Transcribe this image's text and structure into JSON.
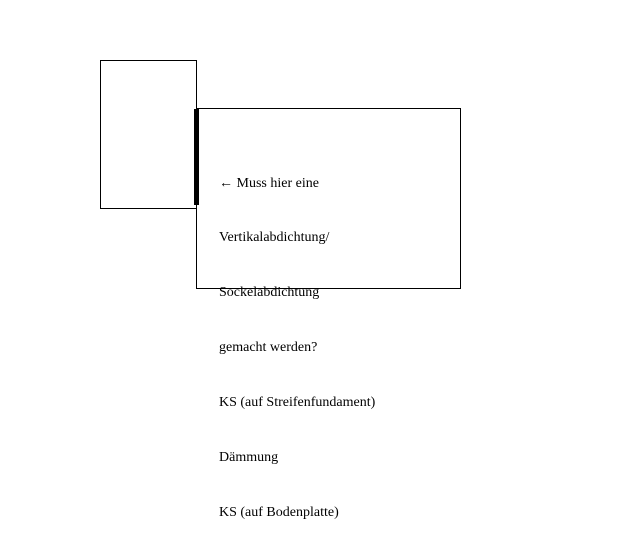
{
  "diagram": {
    "arrow_icon": "←",
    "lines": [
      "Muss hier eine",
      "Vertikalabdichtung/",
      "Sockelabdichtung",
      "gemacht werden?",
      "KS (auf Streifenfundament)",
      "Dämmung",
      "KS (auf Bodenplatte)"
    ]
  }
}
